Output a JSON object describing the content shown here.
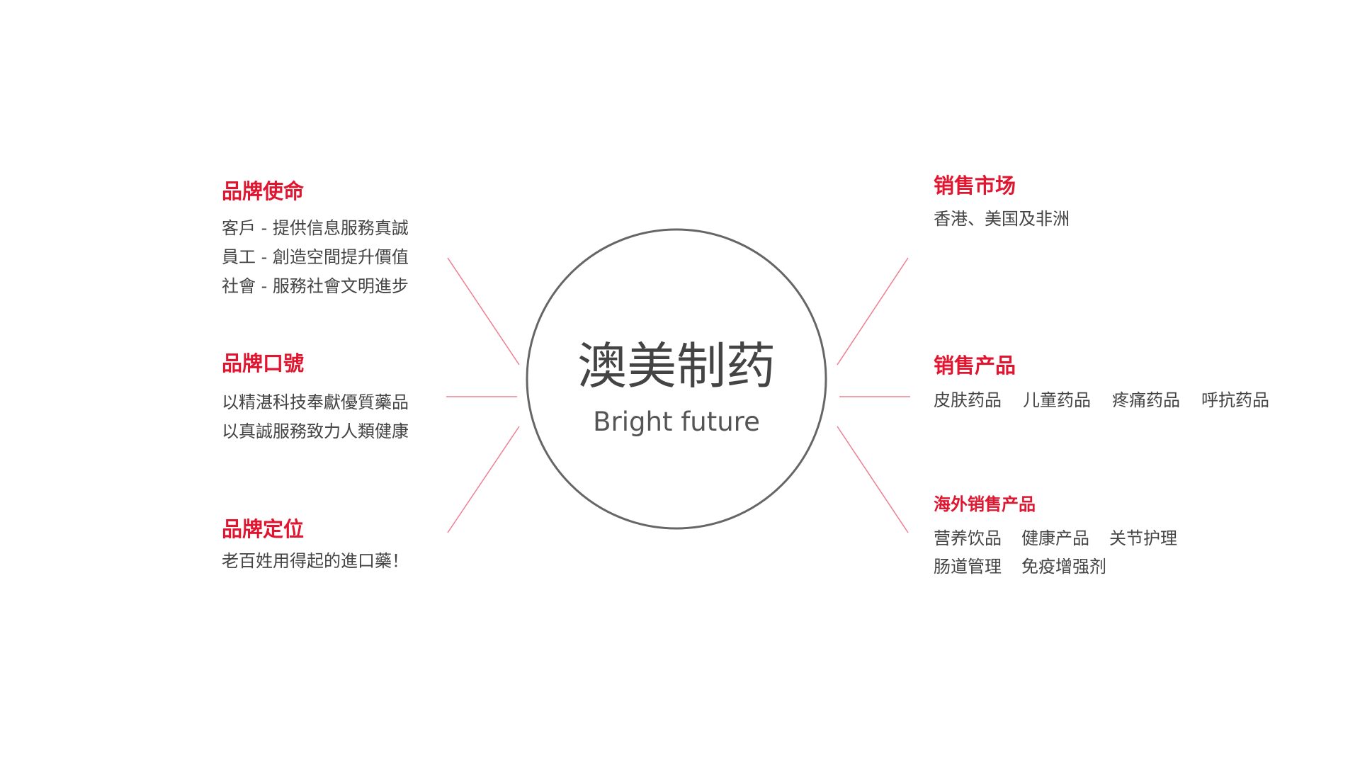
{
  "center": {
    "title": "澳美制药",
    "subtitle": "Bright future"
  },
  "left": {
    "mission": {
      "title": "品牌使命",
      "lines": [
        "客戶 - 提供信息服務真誠",
        "員工 - 創造空間提升價值",
        "社會 - 服務社會文明進步"
      ]
    },
    "slogan": {
      "title": "品牌口號",
      "lines": [
        "以精湛科技奉獻優質藥品",
        "以真誠服務致力人類健康"
      ]
    },
    "positioning": {
      "title": "品牌定位",
      "lines": [
        "老百姓用得起的進口藥！"
      ]
    }
  },
  "right": {
    "markets": {
      "title": "销售市场",
      "lines": [
        "香港、美国及非洲"
      ]
    },
    "products": {
      "title": "销售产品",
      "items": [
        "皮肤药品",
        "儿童药品",
        "疼痛药品",
        "呼抗药品"
      ]
    },
    "overseas": {
      "title": "海外销售产品",
      "rows": [
        [
          "营养饮品",
          "健康产品",
          "关节护理"
        ],
        [
          "肠道管理",
          "免疫增强剂"
        ]
      ]
    }
  },
  "colors": {
    "accent": "#e0152f",
    "connector": "#ee7f92",
    "circle": "#666666",
    "text": "#444444"
  }
}
